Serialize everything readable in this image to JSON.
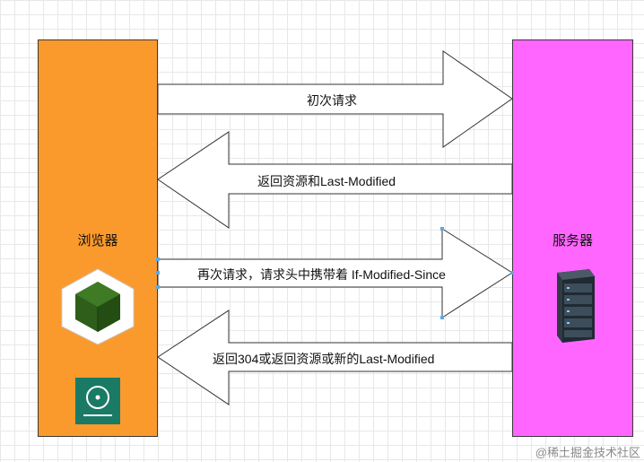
{
  "nodes": {
    "browser": {
      "label": "浏览器",
      "color": "#fb9a2c"
    },
    "server": {
      "label": "服务器",
      "color": "#ff66ff"
    }
  },
  "arrows": [
    {
      "label": "初次请求",
      "direction": "to-server"
    },
    {
      "label": "返回资源和Last-Modified",
      "direction": "to-browser"
    },
    {
      "label": "再次请求，请求头中携带着 If-Modified-Since",
      "direction": "to-server"
    },
    {
      "label": "返回304或返回资源或新的Last-Modified",
      "direction": "to-browser"
    }
  ],
  "icons": [
    "cube-icon",
    "disc-app-icon",
    "server-rack-icon"
  ],
  "watermark": "@稀土掘金技术社区"
}
